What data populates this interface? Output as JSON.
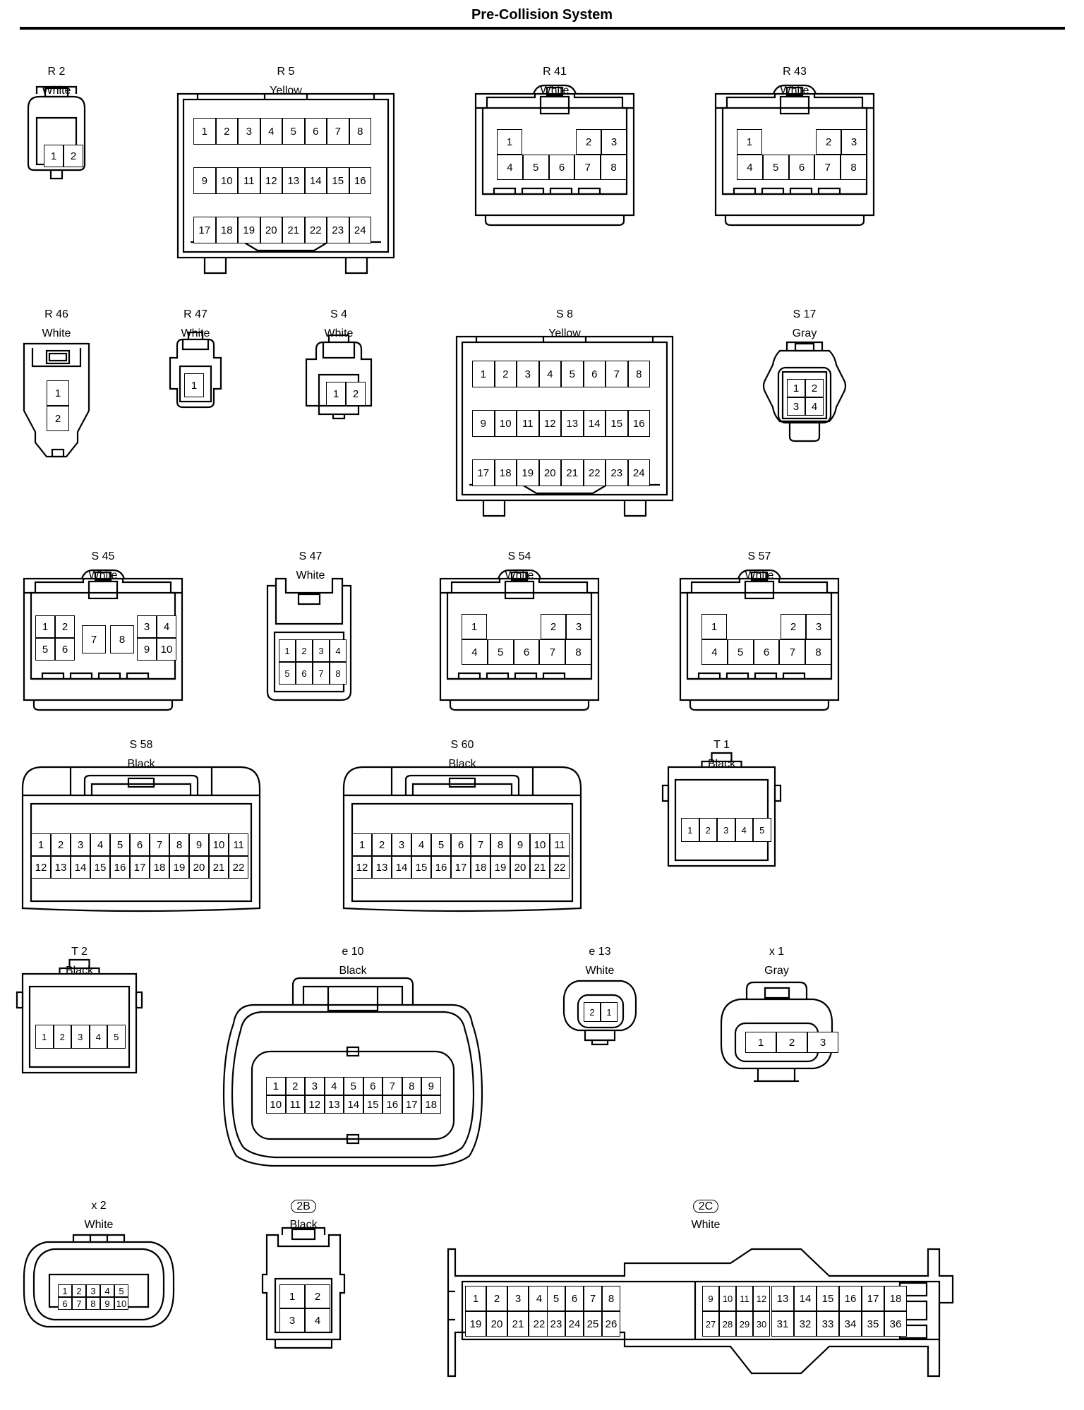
{
  "page": {
    "title": "Pre-Collision System"
  },
  "connectors": [
    {
      "id": "R 2",
      "color": "White",
      "pins": [
        "1",
        "2"
      ]
    },
    {
      "id": "R 5",
      "color": "Yellow",
      "pins": [
        "1",
        "2",
        "3",
        "4",
        "5",
        "6",
        "7",
        "8",
        "9",
        "10",
        "11",
        "12",
        "13",
        "14",
        "15",
        "16",
        "17",
        "18",
        "19",
        "20",
        "21",
        "22",
        "23",
        "24"
      ]
    },
    {
      "id": "R 41",
      "color": "White",
      "pins": [
        "1",
        "2",
        "3",
        "4",
        "5",
        "6",
        "7",
        "8"
      ]
    },
    {
      "id": "R 43",
      "color": "White",
      "pins": [
        "1",
        "2",
        "3",
        "4",
        "5",
        "6",
        "7",
        "8"
      ]
    },
    {
      "id": "R 46",
      "color": "White",
      "pins": [
        "1",
        "2"
      ]
    },
    {
      "id": "R 47",
      "color": "White",
      "pins": [
        "1"
      ]
    },
    {
      "id": "S 4",
      "color": "White",
      "pins": [
        "1",
        "2"
      ]
    },
    {
      "id": "S 8",
      "color": "Yellow",
      "pins": [
        "1",
        "2",
        "3",
        "4",
        "5",
        "6",
        "7",
        "8",
        "9",
        "10",
        "11",
        "12",
        "13",
        "14",
        "15",
        "16",
        "17",
        "18",
        "19",
        "20",
        "21",
        "22",
        "23",
        "24"
      ]
    },
    {
      "id": "S 17",
      "color": "Gray",
      "pins": [
        "1",
        "2",
        "3",
        "4"
      ]
    },
    {
      "id": "S 45",
      "color": "White",
      "pins": [
        "1",
        "2",
        "3",
        "4",
        "5",
        "6",
        "7",
        "8",
        "9",
        "10"
      ]
    },
    {
      "id": "S 47",
      "color": "White",
      "pins": [
        "1",
        "2",
        "3",
        "4",
        "5",
        "6",
        "7",
        "8"
      ]
    },
    {
      "id": "S 54",
      "color": "White",
      "pins": [
        "1",
        "2",
        "3",
        "4",
        "5",
        "6",
        "7",
        "8"
      ]
    },
    {
      "id": "S 57",
      "color": "White",
      "pins": [
        "1",
        "2",
        "3",
        "4",
        "5",
        "6",
        "7",
        "8"
      ]
    },
    {
      "id": "S 58",
      "color": "Black",
      "pins": [
        "1",
        "2",
        "3",
        "4",
        "5",
        "6",
        "7",
        "8",
        "9",
        "10",
        "11",
        "12",
        "13",
        "14",
        "15",
        "16",
        "17",
        "18",
        "19",
        "20",
        "21",
        "22"
      ]
    },
    {
      "id": "S 60",
      "color": "Black",
      "pins": [
        "1",
        "2",
        "3",
        "4",
        "5",
        "6",
        "7",
        "8",
        "9",
        "10",
        "11",
        "12",
        "13",
        "14",
        "15",
        "16",
        "17",
        "18",
        "19",
        "20",
        "21",
        "22"
      ]
    },
    {
      "id": "T 1",
      "color": "Black",
      "pins": [
        "1",
        "2",
        "3",
        "4",
        "5"
      ]
    },
    {
      "id": "T 2",
      "color": "Black",
      "pins": [
        "1",
        "2",
        "3",
        "4",
        "5"
      ]
    },
    {
      "id": "e 10",
      "color": "Black",
      "pins": [
        "1",
        "2",
        "3",
        "4",
        "5",
        "6",
        "7",
        "8",
        "9",
        "10",
        "11",
        "12",
        "13",
        "14",
        "15",
        "16",
        "17",
        "18"
      ]
    },
    {
      "id": "e 13",
      "color": "White",
      "pins": [
        "2",
        "1"
      ]
    },
    {
      "id": "x 1",
      "color": "Gray",
      "pins": [
        "1",
        "2",
        "3"
      ]
    },
    {
      "id": "x 2",
      "color": "White",
      "pins": [
        "1",
        "2",
        "3",
        "4",
        "5",
        "6",
        "7",
        "8",
        "9",
        "10"
      ]
    },
    {
      "id": "2B",
      "color": "Black",
      "pins": [
        "1",
        "2",
        "3",
        "4"
      ]
    },
    {
      "id": "2C",
      "color": "White",
      "pins": [
        "1",
        "2",
        "3",
        "4",
        "5",
        "6",
        "7",
        "8",
        "9",
        "10",
        "11",
        "12",
        "13",
        "14",
        "15",
        "16",
        "17",
        "18",
        "19",
        "20",
        "21",
        "22",
        "23",
        "24",
        "25",
        "26",
        "27",
        "28",
        "29",
        "30",
        "31",
        "32",
        "33",
        "34",
        "35",
        "36"
      ]
    }
  ]
}
